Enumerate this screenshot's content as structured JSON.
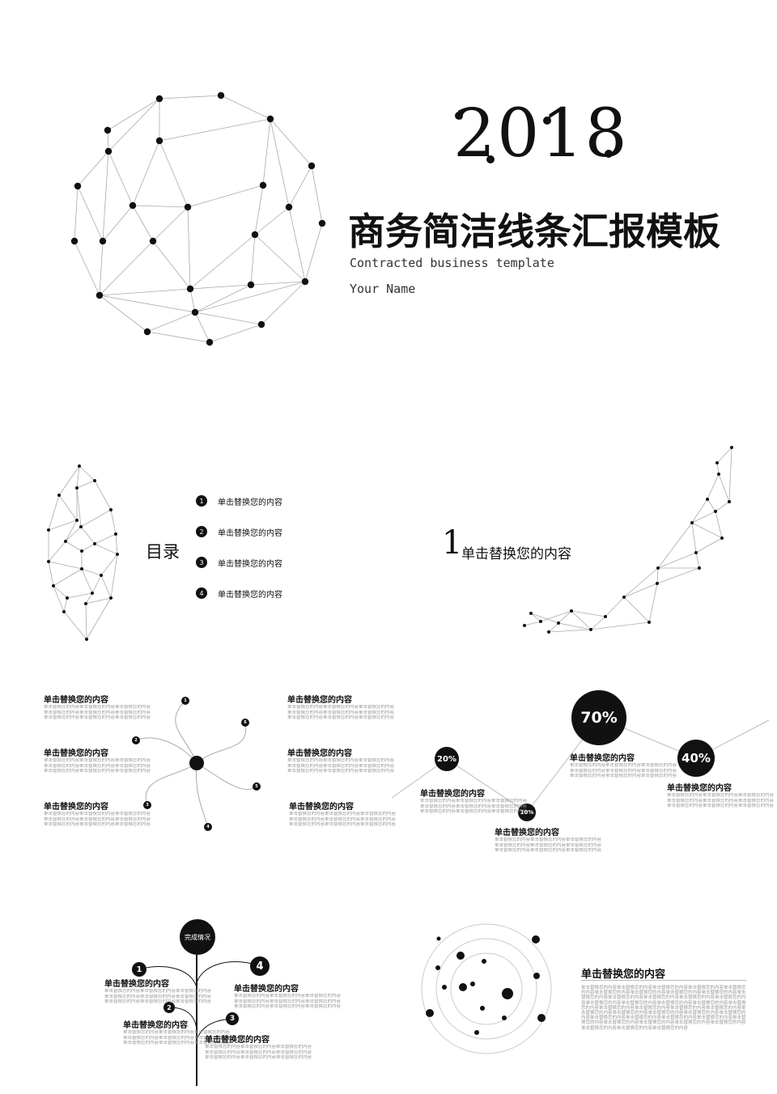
{
  "cover": {
    "year": "2018",
    "title": "商务简洁线条汇报模板",
    "subtitle": "Contracted business template",
    "name": "Your Name"
  },
  "toc": {
    "title": "目录",
    "items": [
      {
        "num": "1",
        "label": "单击替换您的内容"
      },
      {
        "num": "2",
        "label": "单击替换您的内容"
      },
      {
        "num": "3",
        "label": "单击替换您的内容"
      },
      {
        "num": "4",
        "label": "单击替换您的内容"
      }
    ]
  },
  "section": {
    "number": "1",
    "text": "单击替换您的内容"
  },
  "spiral": {
    "label": "单击替换您的内容",
    "filler": "单击替换您的内容单击替换您的内容单击替换您的内容",
    "nodes": [
      "1",
      "2",
      "3",
      "4",
      "5",
      "6"
    ]
  },
  "timeline": {
    "label": "单击替换您的内容",
    "filler": "单击替换您的内容单击替换您的内容单击替换您的内容",
    "points": [
      {
        "value": "20%"
      },
      {
        "value": "10%"
      },
      {
        "value": "70%"
      },
      {
        "value": "40%"
      }
    ]
  },
  "tree": {
    "center": "完成情况",
    "label": "单击替换您的内容",
    "filler": "单击替换您的内容单击替换您的内容单击替换您的内容",
    "nodes": [
      "1",
      "2",
      "3",
      "4"
    ]
  },
  "orbit": {
    "label": "单击替换您的内容",
    "paragraph": "单击替换您的内容单击替换您的内容单击替换您的内容单击替换您的内容单击替换您的内容单击替换您的内容单击替换您的内容单击替换您的内容单击替换您的内容单击替换您的内容单击替换您的内容单击替换您的内容单击替换您的内容单击替换您的内容单击替换您的内容单击替换您的内容单击替换您的内容单击替换您的内容单击替换您的内容单击替换您的内容单击替换您的内容单击替换您的内容单击替换您的内容单击替换您的内容单击替换您的内容单击替换您的内容单击替换您的内容单击替换您的内容单击替换您的内容单击替换您的内容单击替换您的内容单击替换您的内容单击替换您的内容单击替换您的内容单击替换您的内容单击替换您的内容单击替换您的内容单击替换您的内容单击替换您的内容单击替换您的内容"
  }
}
